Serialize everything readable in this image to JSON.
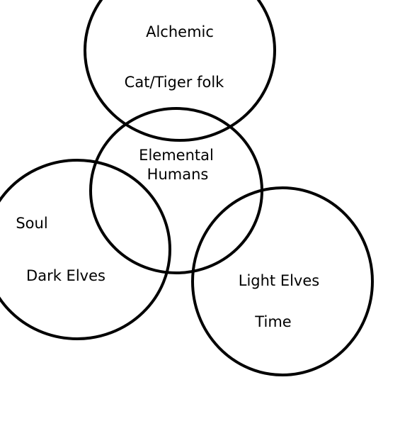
{
  "colors": {
    "background": "#ffffff",
    "stroke": "#000000",
    "text": "#000000"
  },
  "circles": [
    {
      "id": "top",
      "labels": [
        "Alchemic",
        "Cat/Tiger folk"
      ]
    },
    {
      "id": "center",
      "labels": [
        "Elemental",
        "Humans"
      ]
    },
    {
      "id": "left",
      "labels": [
        "Soul",
        "Dark Elves"
      ]
    },
    {
      "id": "right",
      "labels": [
        "Light Elves",
        "Time"
      ]
    }
  ]
}
